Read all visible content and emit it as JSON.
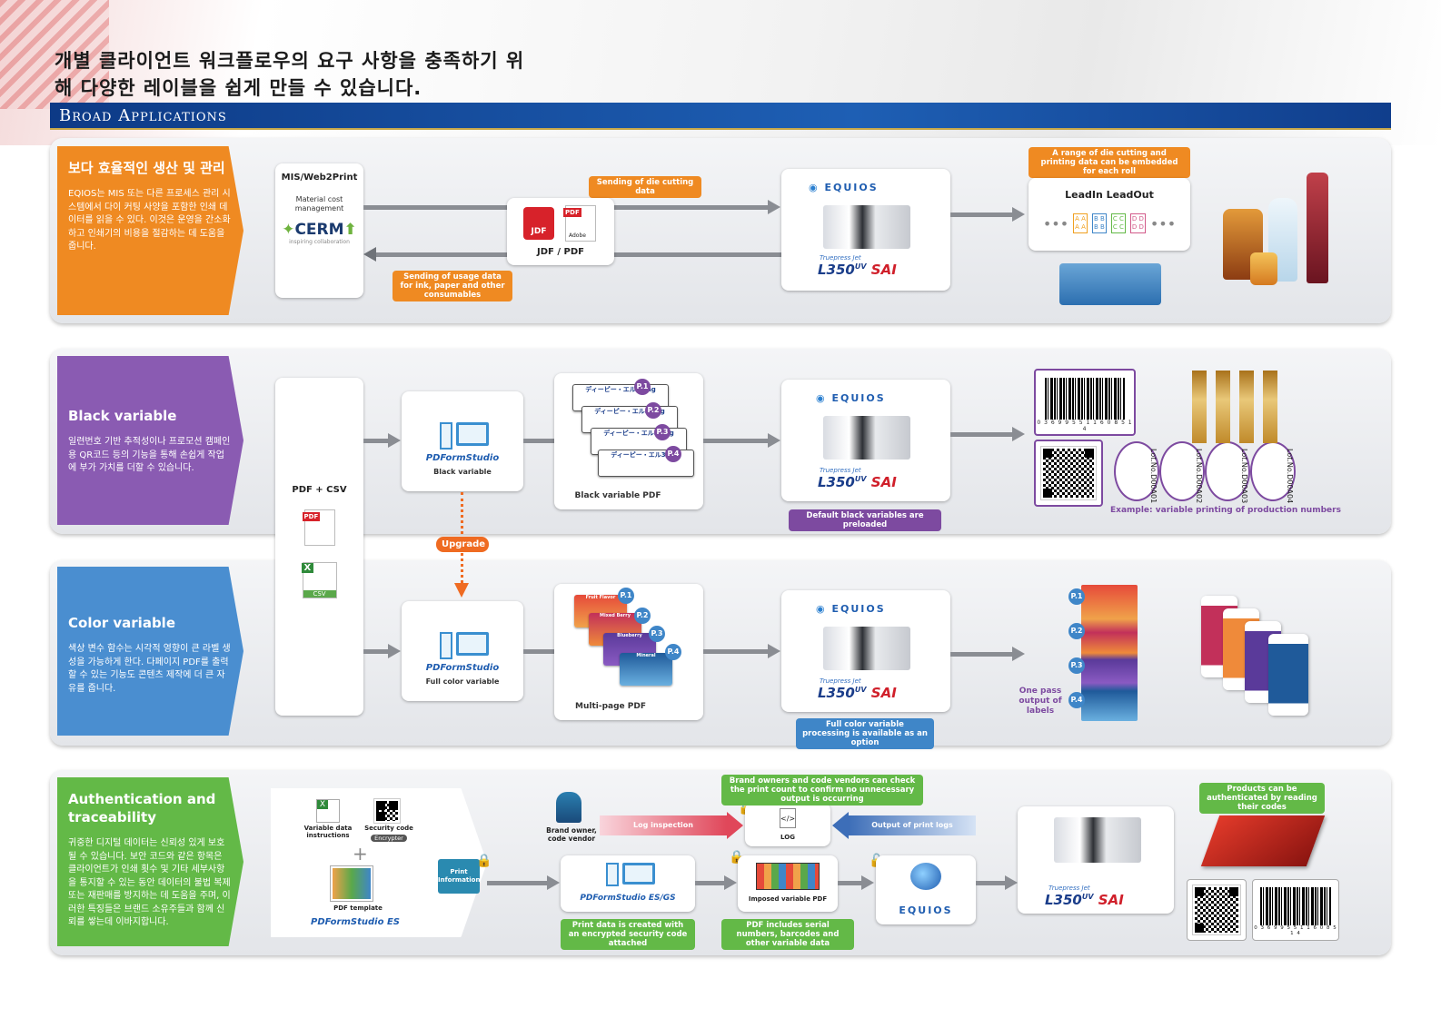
{
  "headline": [
    "개별 클라이언트 워크플로우의 요구 사항을 충족하기 위",
    "해 다양한 레이블을 쉽게 만들 수 있습니다."
  ],
  "banner": "Broad Applications",
  "p1": {
    "title": "보다 효율적인 생산 및 관리",
    "desc": "EQIOS는 MIS 또는 다른 프로세스 관리 시스템에서 다이 커팅 사양을 포함한 인쇄 데이터를 읽을 수 있다. 이것은 운영을 간소화하고 인쇄기의 비용을 절감하는 데 도움을 줍니다.",
    "mis": "MIS/Web2Print",
    "material": "Material cost management",
    "cerm": "CERM",
    "cerm_sub": "inspiring collaboration",
    "jdfpdf": "JDF / PDF",
    "jdf": "JDF",
    "adobe": "Adobe",
    "send_die": "Sending of die cutting data",
    "send_usage": "Sending of usage data for ink, paper and other consumables",
    "range": "A range of die cutting and printing data can be embedded for each roll",
    "leadin": "LeadIn LeadOut",
    "cells": [
      "A",
      "A",
      "B",
      "B",
      "C",
      "C",
      "D",
      "D"
    ]
  },
  "equios": "EQUIOS",
  "truepress": "Truepress Jet",
  "model": "L350",
  "uv": "UV",
  "sai": "SAI",
  "p2": {
    "title": "Black variable",
    "desc": "일련번호 기반 추적성이나 프로모션 캠페인용 QR코드 등의 기능을 통해 손쉽게 작업에 부가 가치를 더할 수 있습니다.",
    "pdfcsv": "PDF + CSV",
    "pfs": "PDFormStudio",
    "bv": "Black variable",
    "bvpdf": "Black variable PDF",
    "pages": [
      "P.1",
      "P.2",
      "P.3",
      "P.4"
    ],
    "preload": "Default black variables are preloaded",
    "barcode": "0 3 6 9 9 5 5 1 1 6 0 8 5 1 4",
    "lots": [
      "Lot.No.D00A01",
      "Lot.No.D00A02",
      "Lot.No.D00A03",
      "Lot.No.D00A04"
    ],
    "example": "Example: variable printing of production numbers",
    "label_text": "ディーピー・エル35mg"
  },
  "upgrade": "Upgrade",
  "csv": "CSV",
  "p3": {
    "title": "Color variable",
    "desc": "색상 변수 함수는 시각적 영향이 큰 라벨 생성을 가능하게 한다. 다페이지 PDF를 출력할 수 있는 기능도 콘텐츠 제작에 더 큰 자유를 줍니다.",
    "fcv": "Full color variable",
    "mpdf": "Multi-page PDF",
    "option": "Full color variable processing is available as an option",
    "onepass": "One pass output of labels",
    "flavors": [
      "Fruit Flavor",
      "Mixed Berry",
      "Blueberry",
      "Mineral"
    ]
  },
  "p4": {
    "title": "Authentication and traceability",
    "desc": "귀중한 디지털 데이터는 신뢰성 있게 보호될 수 있습니다. 보안 코드와 같은 항목은 클라이언트가 인쇄 횟수 및 기타 세부사항을 통지할 수 있는 동안 데이터의 불법 복제 또는 재판매를 방지하는 데 도움을 주며, 이러한 특징들은 브랜드 소유주들과 함께 신뢰를 쌓는데 이바지합니다.",
    "vdi": "Variable data instructions",
    "sec": "Security code",
    "enc": "Encrypter",
    "tmpl": "PDF template",
    "pfses": "PDFormStudio ES",
    "printinfo": "Print Information",
    "owner": "Brand owner, code vendor",
    "loginsp": "Log inspection",
    "outlogs": "Output of print logs",
    "log": "LOG",
    "check": "Brand owners and code vendors can check the print count to confirm no unnecessary output is occurring",
    "pfsesgs": "PDFormStudio ES/GS",
    "imposed": "Imposed variable PDF",
    "created": "Print data is created with an encrypted security code attached",
    "includes": "PDF includes serial numbers, barcodes and other variable data",
    "auth": "Products can be authenticated by reading their codes",
    "barcode": "0 3 6 9 9 5 5 1 1 6 0 8 5 1 4"
  },
  "colors": {
    "orange": "#ef8a22",
    "purple": "#7d4aa0",
    "blue": "#3f86c8",
    "green": "#63b947",
    "navy": "#0d3a86"
  }
}
